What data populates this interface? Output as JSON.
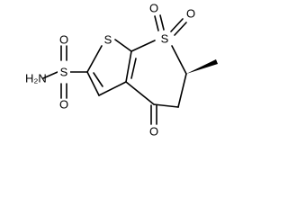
{
  "molecule": {
    "atom_labels": {
      "sulfonamide_n": "H₂N",
      "sulfonamide_s": "S",
      "sulfonamide_o_top": "O",
      "sulfonamide_o_bottom": "O",
      "thiophene_s": "S",
      "sulfone_s": "S",
      "sulfone_o_left": "O",
      "sulfone_o_right": "O",
      "ketone_o": "O"
    }
  }
}
